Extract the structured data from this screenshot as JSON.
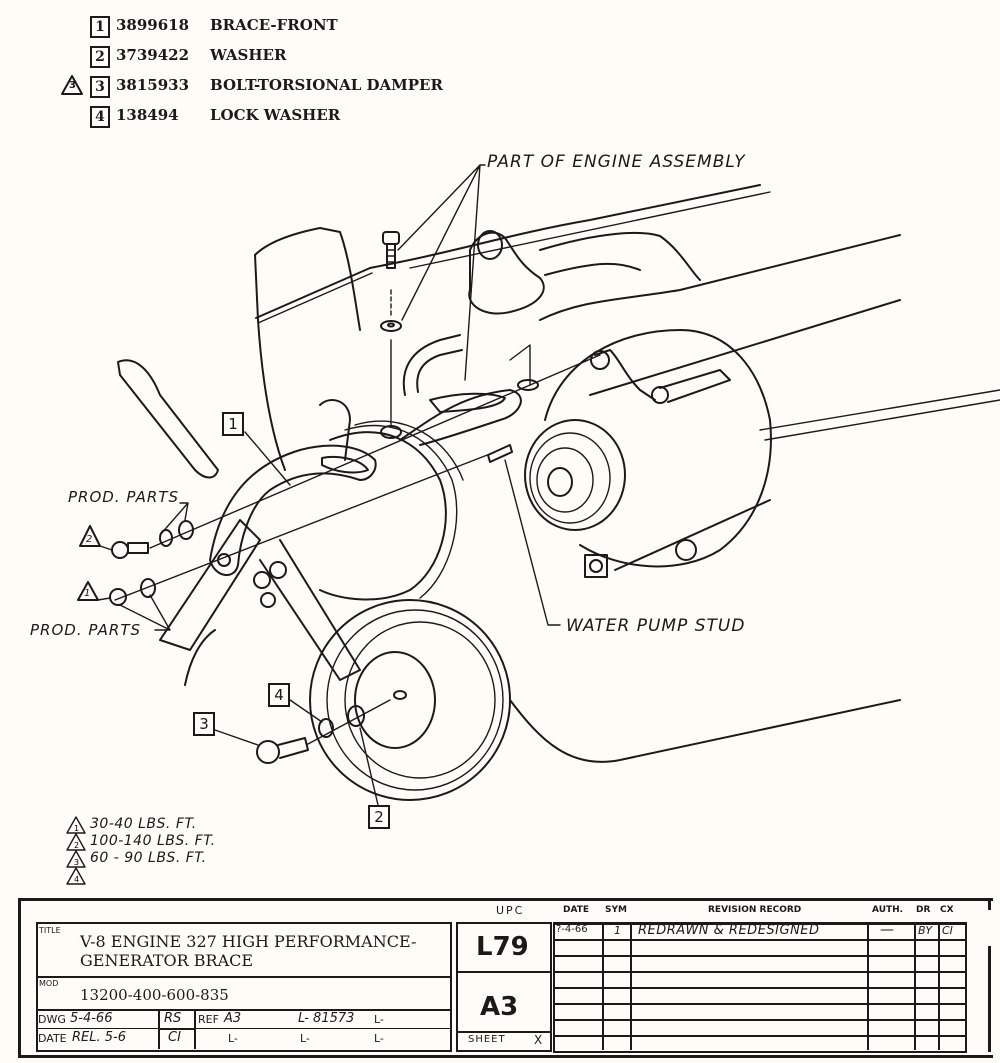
{
  "parts_list": [
    {
      "item": "1",
      "part_number": "3899618",
      "description": "BRACE-FRONT",
      "torque_ref": ""
    },
    {
      "item": "2",
      "part_number": "3739422",
      "description": "WASHER",
      "torque_ref": ""
    },
    {
      "item": "3",
      "part_number": "3815933",
      "description": "BOLT-TORSIONAL DAMPER",
      "torque_ref": "3"
    },
    {
      "item": "4",
      "part_number": "138494",
      "description": "LOCK WASHER",
      "torque_ref": ""
    }
  ],
  "callouts": {
    "engine_assembly": "PART OF ENGINE ASSEMBLY",
    "prod_parts_upper": "PROD. PARTS",
    "prod_parts_lower": "PROD. PARTS",
    "water_pump_stud": "WATER PUMP STUD",
    "torque_ref_upper": "2",
    "torque_ref_lower": "1",
    "item_tags": [
      "1",
      "2",
      "3",
      "4"
    ]
  },
  "torque_specs": [
    {
      "ref": "1",
      "value": "30-40 LBS. FT."
    },
    {
      "ref": "2",
      "value": "100-140 LBS. FT."
    },
    {
      "ref": "3",
      "value": "60 - 90 LBS. FT."
    },
    {
      "ref": "4",
      "value": ""
    }
  ],
  "title_block": {
    "title_label": "TITLE",
    "title_line1": "V-8 ENGINE 327 HIGH PERFORMANCE-",
    "title_line2": "GENERATOR BRACE",
    "mod_label": "MOD",
    "mod_value": "13200-400-600-835",
    "upc_label": "UPC",
    "upc_value": "L79",
    "sheet_code": "A3",
    "sheet_label": "SHEET",
    "sheet_mark": "X",
    "dwg_label": "DWG",
    "dwg_date": "5-4-66",
    "date_label": "DATE",
    "date_rel": "REL. 5-6",
    "drawn_by": "RS",
    "checked_by": "CI",
    "ref_label": "REF",
    "ref_value": "A3",
    "l_refs": [
      "L- 81573",
      "L-",
      "L-",
      "L-",
      "L-"
    ],
    "revision": {
      "headers": [
        "DATE",
        "SYM",
        "REVISION RECORD",
        "AUTH.",
        "DR",
        "CX"
      ],
      "rows": [
        [
          "?-4-66",
          "1",
          "REDRAWN & REDESIGNED",
          "—",
          "BY",
          "CI"
        ],
        [
          "",
          "",
          "",
          "",
          "",
          ""
        ],
        [
          "",
          "",
          "",
          "",
          "",
          ""
        ],
        [
          "",
          "",
          "",
          "",
          "",
          ""
        ],
        [
          "",
          "",
          "",
          "",
          "",
          ""
        ],
        [
          "",
          "",
          "",
          "",
          "",
          ""
        ],
        [
          "",
          "",
          "",
          "",
          "",
          ""
        ]
      ]
    }
  }
}
